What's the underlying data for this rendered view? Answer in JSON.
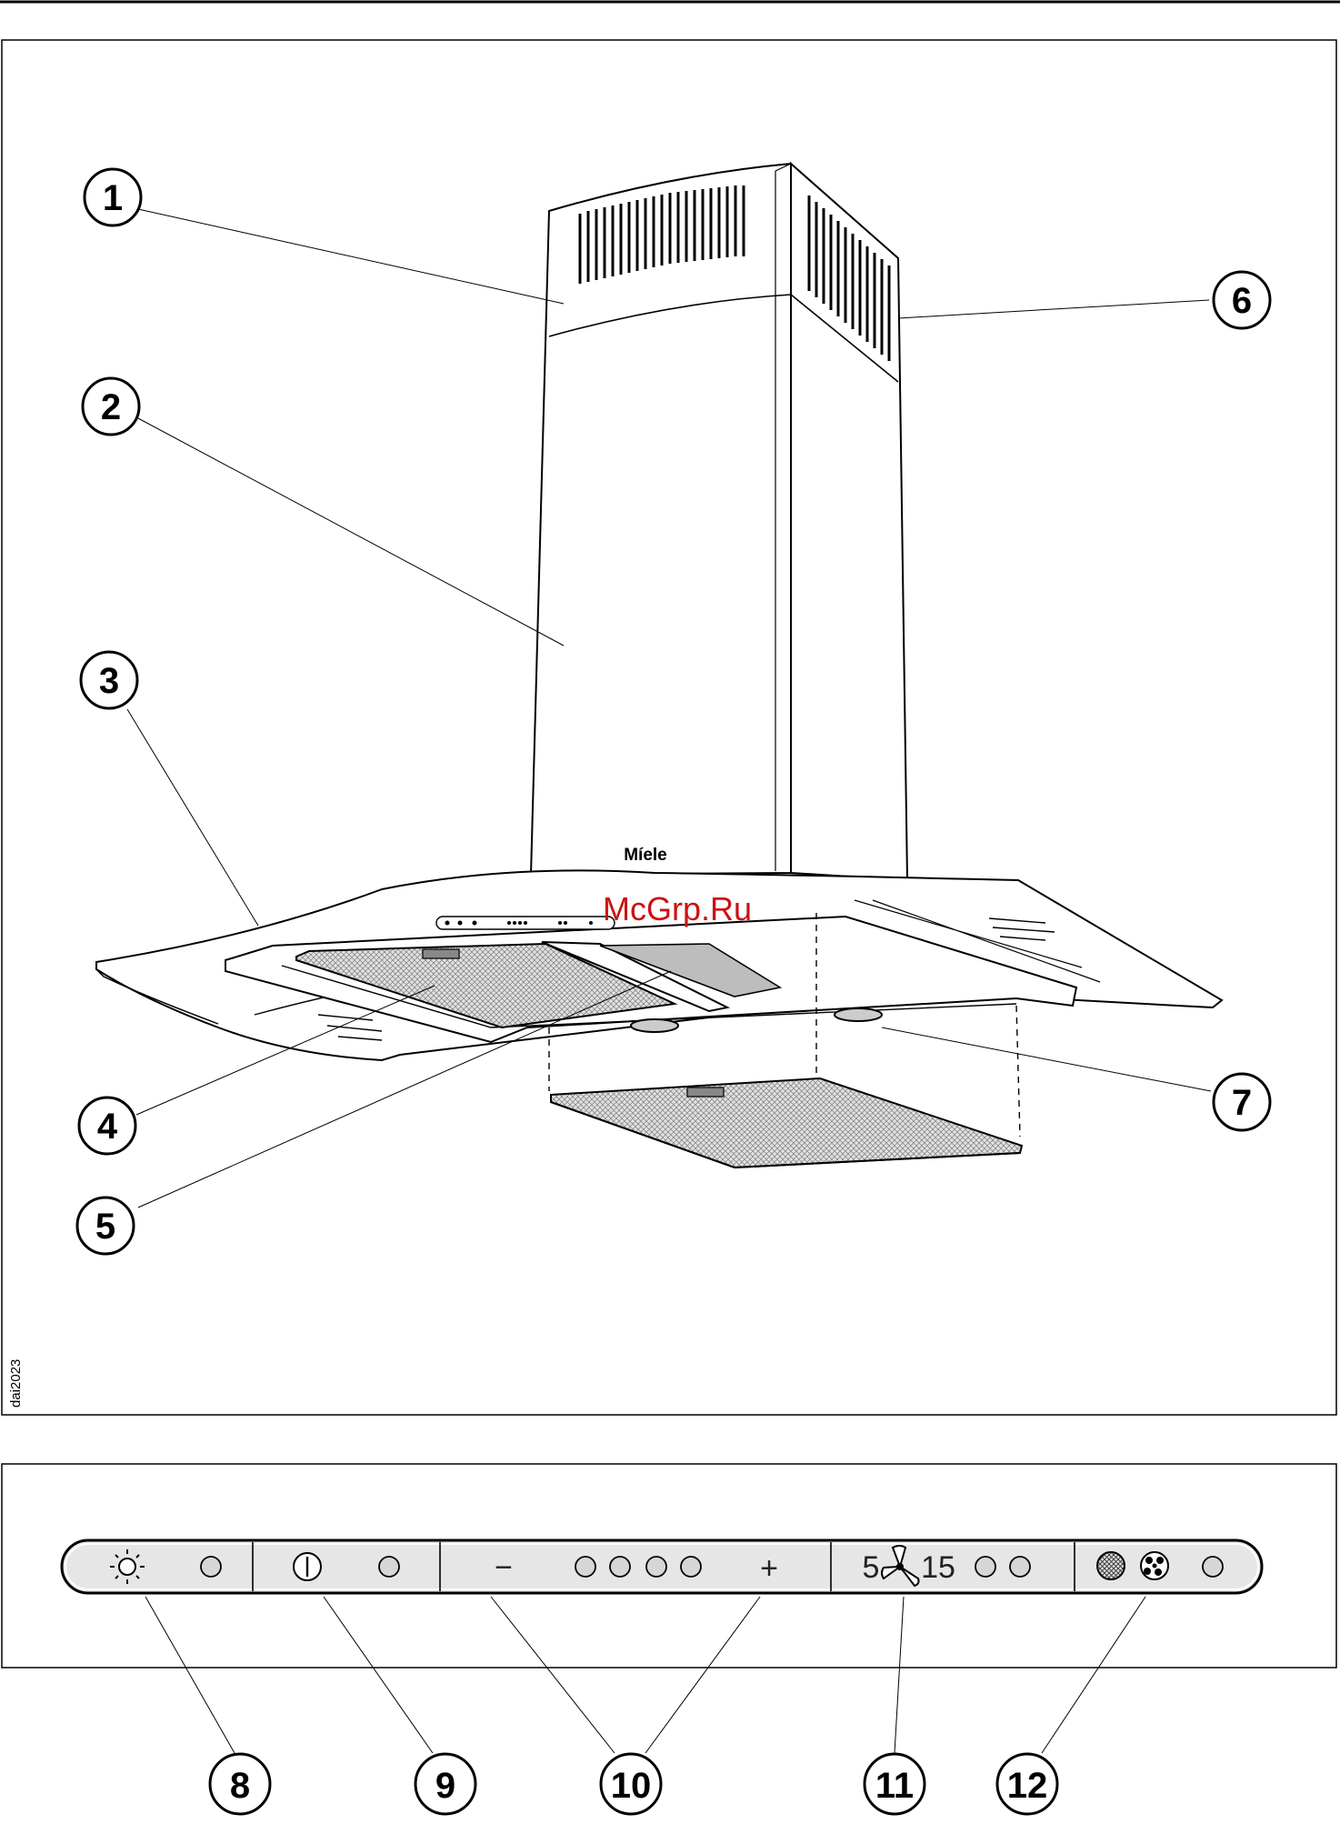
{
  "drawing_code": "dai2023",
  "brand": "Míele",
  "watermark": "McGrp.Ru",
  "callouts": {
    "c1": "1",
    "c2": "2",
    "c3": "3",
    "c4": "4",
    "c5": "5",
    "c6": "6",
    "c7": "7",
    "c8": "8",
    "c9": "9",
    "c10": "10",
    "c11": "11",
    "c12": "12"
  },
  "panel": {
    "minus_symbol": "−",
    "plus_symbol": "+",
    "timer_left": "5",
    "timer_right": "15"
  },
  "icons": {
    "light": "sun-icon",
    "power": "power-icon",
    "fan": "fan-icon",
    "grease_filter": "grease-filter-icon",
    "charcoal_filter": "charcoal-filter-icon"
  },
  "colors": {
    "line": "#000000",
    "panel_fill": "#e6e6e6",
    "filter_fill": "#d0d0d0",
    "watermark": "#cc1111"
  }
}
